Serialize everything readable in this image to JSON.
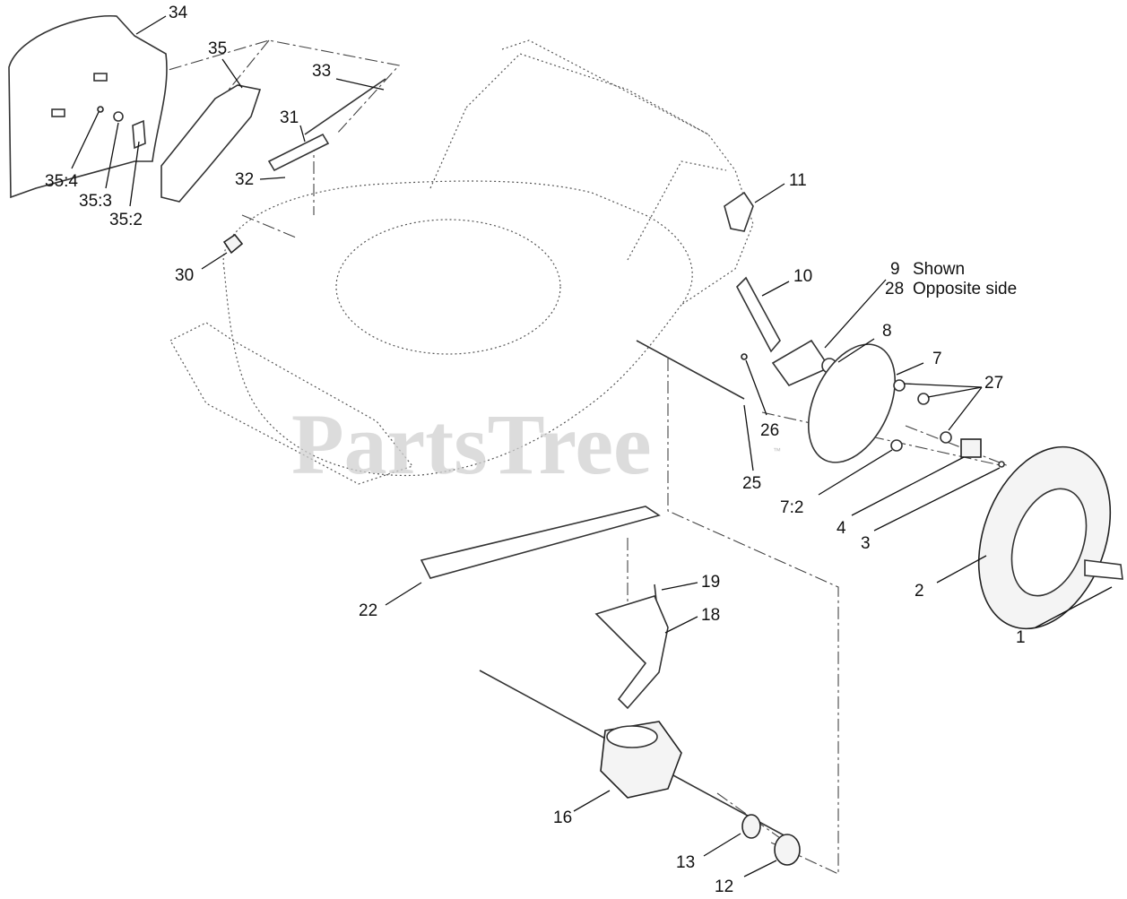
{
  "watermark": {
    "text": "PartsTree",
    "trademark": "™"
  },
  "callouts": {
    "c1": "1",
    "c2": "2",
    "c3": "3",
    "c4": "4",
    "c7": "7",
    "c7_2": "7:2",
    "c8": "8",
    "c9": "9",
    "c9_note": "Shown",
    "c28": "28",
    "c28_note": "Opposite side",
    "c10": "10",
    "c11": "11",
    "c12": "12",
    "c13": "13",
    "c16": "16",
    "c18": "18",
    "c19": "19",
    "c22": "22",
    "c25": "25",
    "c26": "26",
    "c27": "27",
    "c30": "30",
    "c31": "31",
    "c32": "32",
    "c33": "33",
    "c34": "34",
    "c35": "35",
    "c35_2": "35:2",
    "c35_3": "35:3",
    "c35_4": "35:4"
  }
}
